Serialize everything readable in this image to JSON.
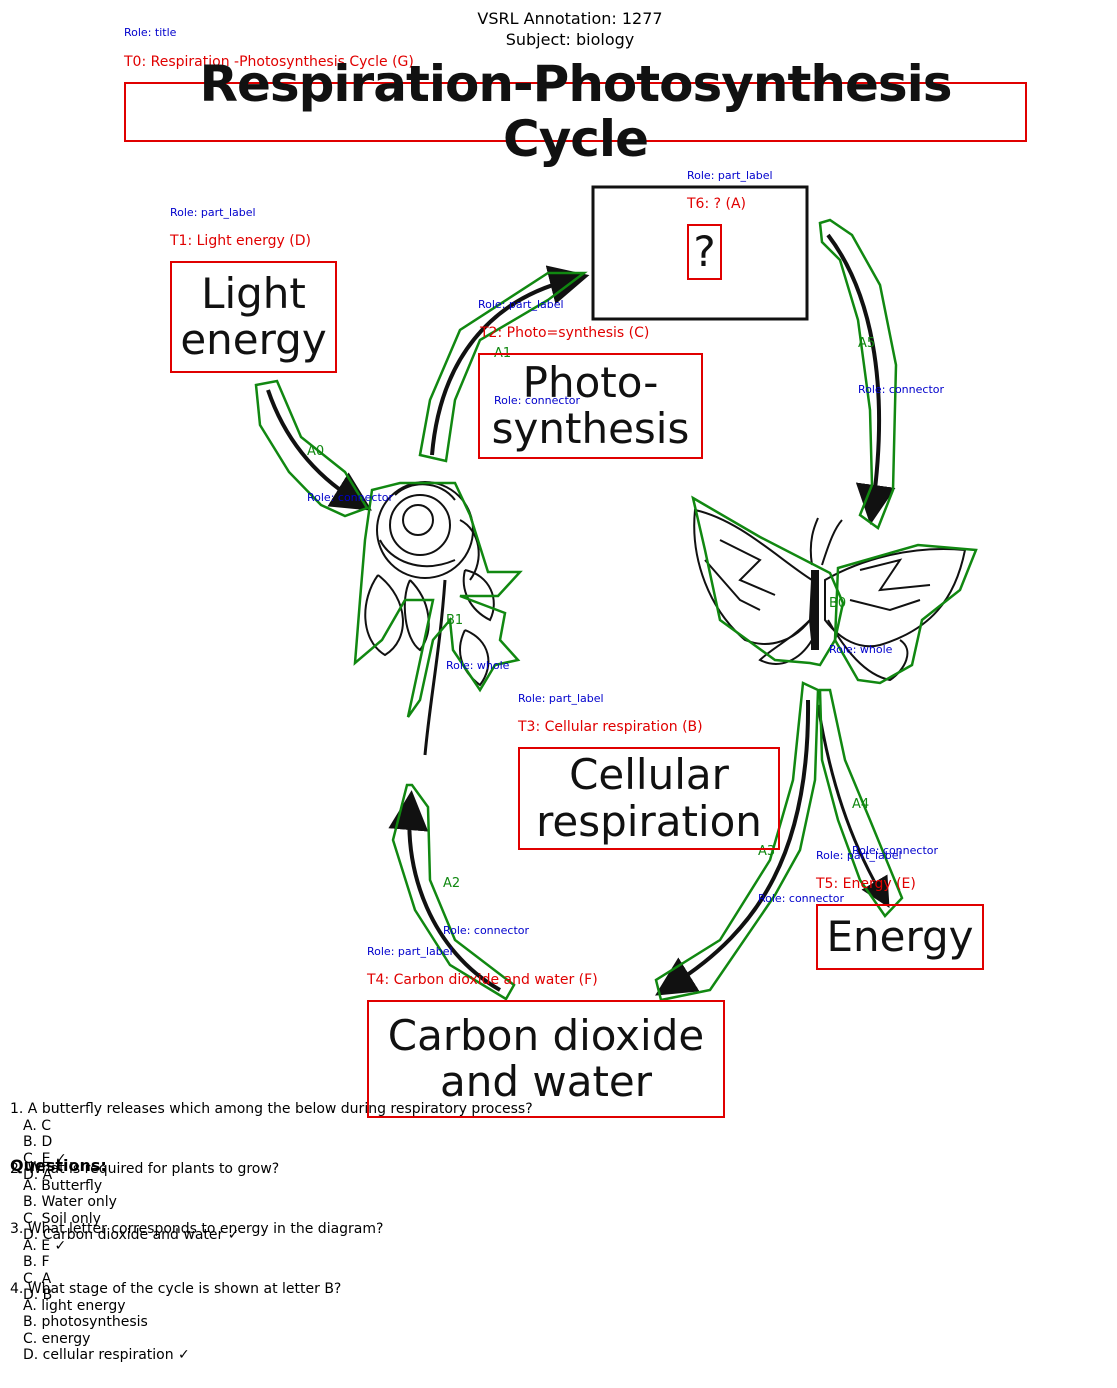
{
  "header": {
    "annotation": "VSRL Annotation: 1277",
    "subject": "Subject: biology"
  },
  "diagram": {
    "title": "Respiration-Photosynthesis Cycle",
    "light_energy": "Light energy",
    "photosynthesis": "Photo- synthesis",
    "question_mark": "?",
    "cellular_respiration": "Cellular respiration",
    "energy": "Energy",
    "carbon_dioxide_water": "Carbon dioxide and water"
  },
  "annotations": {
    "text_labels": {
      "t0": "T0: Respiration -Photosynthesis Cycle (G)",
      "t1": "T1: Light energy (D)",
      "t2": "T2: Photo=synthesis (C)",
      "t3": "T3: Cellular respiration (B)",
      "t4": "T4: Carbon dioxide and water (F)",
      "t5": "T5: Energy (E)",
      "t6": "T6: ? (A)"
    },
    "roles": {
      "title": "Role: title",
      "part_label": "Role: part_label",
      "connector": "Role: connector",
      "whole": "Role: whole"
    },
    "arrows": [
      "A0",
      "A1",
      "A2",
      "A3",
      "A4",
      "A5"
    ],
    "blobs": [
      "B0",
      "B1"
    ],
    "colors": {
      "text_box": "#e00000",
      "shape": "#118811",
      "role": "#0000cc"
    }
  },
  "questions": {
    "heading": "Questions:",
    "items": [
      {
        "text": "1. A butterfly releases which among the below during respiratory process?",
        "options": [
          "A. C",
          "B. D",
          "C. E ✓",
          "D. A"
        ]
      },
      {
        "text": "2. What is required for plants to grow?",
        "options": [
          "A. Butterfly",
          "B. Water only",
          "C. Soil only",
          "D. Carbon dioxide and water ✓"
        ]
      },
      {
        "text": "3. What letter corresponds to energy in the diagram?",
        "options": [
          "A. E ✓",
          "B. F",
          "C. A",
          "D. B"
        ]
      },
      {
        "text": "4. What stage of the cycle is shown at letter B?",
        "options": [
          "A. light energy",
          "B. photosynthesis",
          "C. energy",
          "D. cellular respiration ✓"
        ]
      }
    ]
  }
}
